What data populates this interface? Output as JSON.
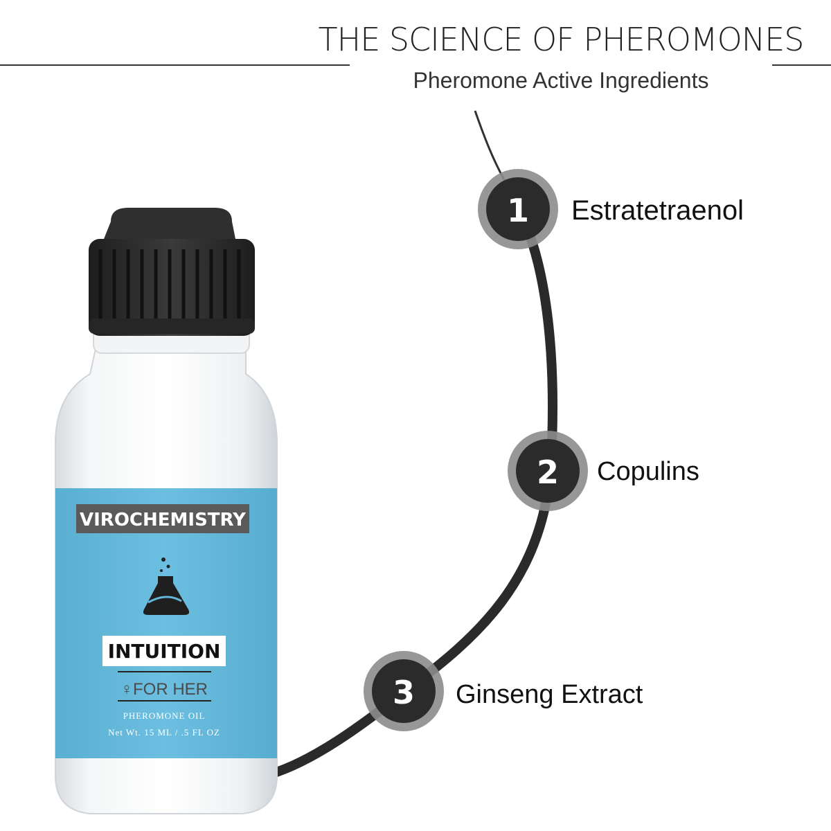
{
  "header": {
    "title": "THE SCIENCE OF PHEROMONES",
    "subtitle": "Pheromone Active Ingredients"
  },
  "ingredients": [
    {
      "number": "1",
      "name": "Estratetraenol"
    },
    {
      "number": "2",
      "name": "Copulins"
    },
    {
      "number": "3",
      "name": "Ginseng Extract"
    }
  ],
  "product": {
    "brand": "VIROCHEMISTRY",
    "name": "INTUITION",
    "audience": "♀FOR HER",
    "type": "PHEROMONE OIL",
    "net_weight": "Net Wt. 15 ML / .5 FL OZ"
  },
  "colors": {
    "label_blue": "#63b7d9",
    "brand_bar": "#5a5a5a",
    "circle_dark": "#2b2b2b",
    "circle_ring": "#8c8c8c",
    "cap": "#2e2e2e"
  }
}
